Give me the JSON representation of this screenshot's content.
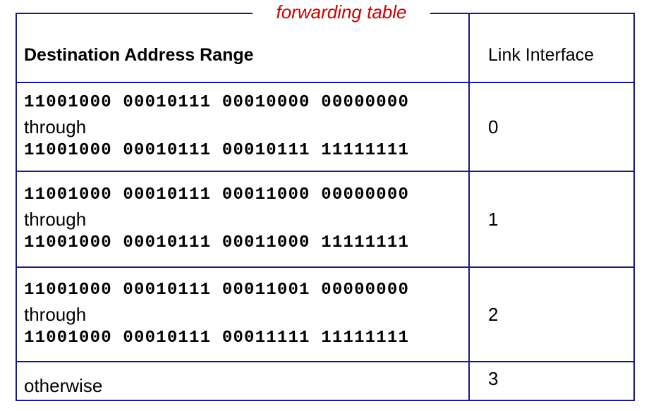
{
  "caption": "forwarding table",
  "header": {
    "destination": "Destination Address Range",
    "link": "Link Interface"
  },
  "rows": [
    {
      "from": "11001000 00010111 00010000 00000000",
      "through": "through",
      "to": "11001000 00010111 00010111 11111111",
      "link": "0"
    },
    {
      "from": "11001000 00010111 00011000 00000000",
      "through": "through",
      "to": "11001000 00010111 00011000 11111111",
      "link": "1"
    },
    {
      "from": "11001000 00010111 00011001 00000000",
      "through": "through",
      "to": "11001000 00010111 00011111 11111111",
      "link": "2"
    }
  ],
  "otherwise": {
    "label": "otherwise",
    "link": "3"
  },
  "colors": {
    "border": "#1a1a80",
    "caption": "#cc0000"
  }
}
